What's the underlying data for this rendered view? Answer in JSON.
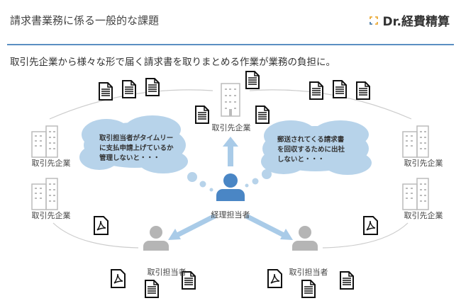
{
  "header": {
    "title": "請求書業務に係る一般的な課題",
    "logo_text": "Dr.経費精算"
  },
  "subtitle": "取引先企業から様々な形で届く請求書を取りまとめる作業が業務の負担に。",
  "nodes": {
    "center_company": "取引先企業",
    "left_company_1": "取引先企業",
    "left_company_2": "取引先企業",
    "right_company_1": "取引先企業",
    "right_company_2": "取引先企業",
    "accountant": "経理担当者",
    "staff_left": "取引担当者",
    "staff_right": "取引担当者"
  },
  "thoughts": {
    "left": [
      "取引担当者がタイムリー",
      "に支払申請上げているか",
      "管理しないと・・・"
    ],
    "right": [
      "郵送されてくる請求書",
      "を回収するために出社",
      "しないと・・・"
    ]
  },
  "colors": {
    "accent": "#5b8fc2",
    "cloud": "#b7d3ea",
    "person": "#4a86c5",
    "gray": "#b5b5b5"
  }
}
